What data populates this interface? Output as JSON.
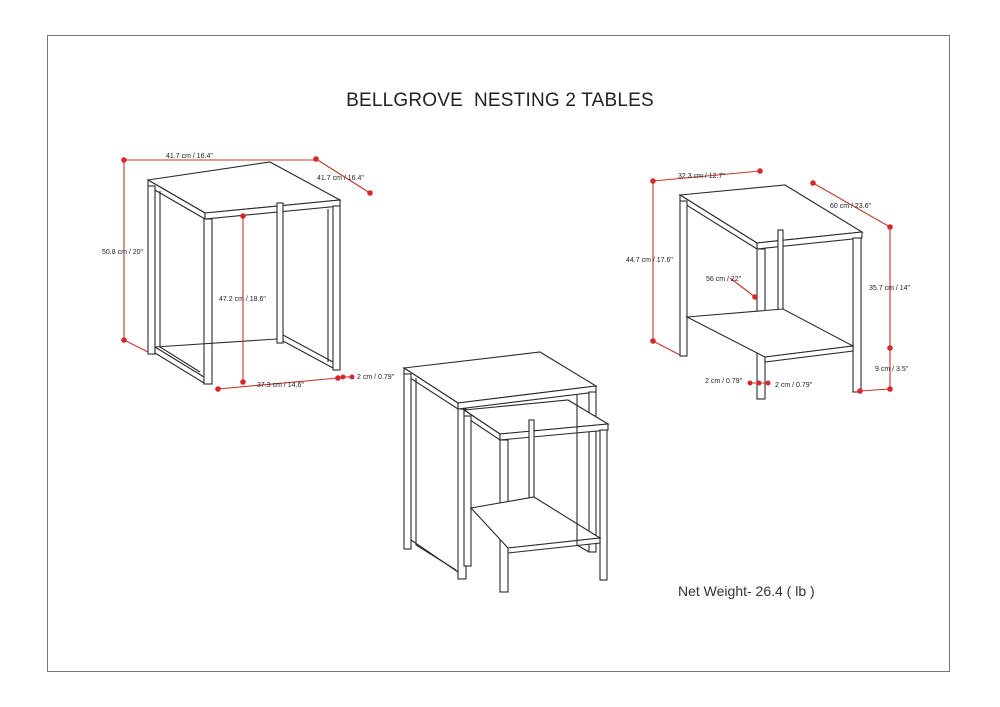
{
  "title": "BELLGROVE  NESTING 2 TABLES",
  "net_weight": "Net Weight- 26.4 ( lb )",
  "colors": {
    "frame": "#2a2a2a",
    "dimension_line": "#c0392b",
    "dimension_dot": "#d6272b",
    "border": "#777777"
  },
  "large_table": {
    "top_width": "41.7 cm / 16.4\"",
    "top_depth": "41.7 cm / 16.4\"",
    "overall_height": "50.8 cm / 20\"",
    "inner_height": "47.2 cm / 18.6\"",
    "base_width": "37.3 cm / 14.6\"",
    "leg_thickness": "2 cm / 0.79\""
  },
  "small_table": {
    "top_width": "32.3 cm / 12.7\"",
    "top_depth": "60 cm / 23.6\"",
    "overall_height": "44.7 cm / 17.6\"",
    "shelf_depth": "56 cm / 22\"",
    "upper_height": "35.7 cm / 14\"",
    "shelf_clearance": "9 cm / 3.5\"",
    "leg_thickness_left": "2 cm / 0.79\"",
    "leg_thickness_right": "2 cm / 0.79\""
  }
}
